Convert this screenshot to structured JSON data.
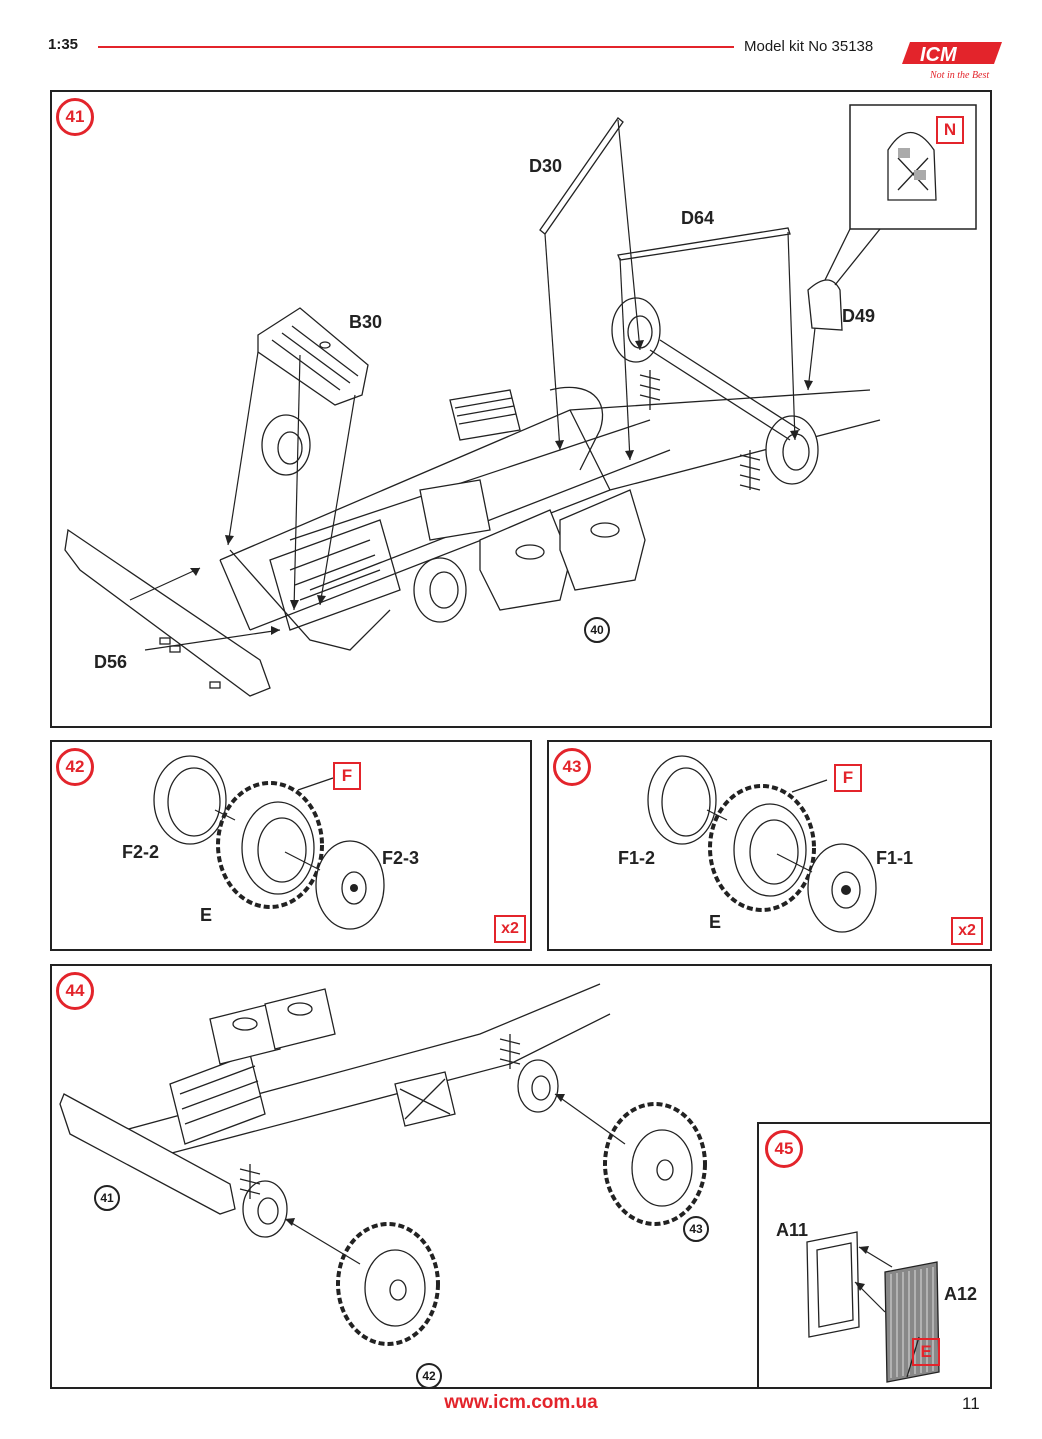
{
  "header": {
    "scale": "1:35",
    "kit_number": "Model kit No 35138",
    "logo_text": "ICM",
    "logo_tagline": "Not in the Best"
  },
  "steps": {
    "s41": {
      "number": "41",
      "labels": {
        "d30": "D30",
        "d64": "D64",
        "b30": "B30",
        "d49": "D49",
        "d56": "D56"
      },
      "sprue_inset": "N",
      "ref": "40"
    },
    "s42": {
      "number": "42",
      "labels": {
        "rim": "F2-2",
        "hub": "F2-3",
        "tire": "E"
      },
      "sprue": "F",
      "multiplier": "x2"
    },
    "s43": {
      "number": "43",
      "labels": {
        "rim": "F1-2",
        "hub": "F1-1",
        "tire": "E"
      },
      "sprue": "F",
      "multiplier": "x2"
    },
    "s44": {
      "number": "44",
      "refs": {
        "chassis": "41",
        "rear_wheel": "43",
        "front_wheel": "42"
      }
    },
    "s45": {
      "number": "45",
      "labels": {
        "frame": "A11",
        "grille": "A12"
      },
      "sprue": "E"
    }
  },
  "footer": {
    "url": "www.icm.com.ua",
    "page": "11"
  }
}
